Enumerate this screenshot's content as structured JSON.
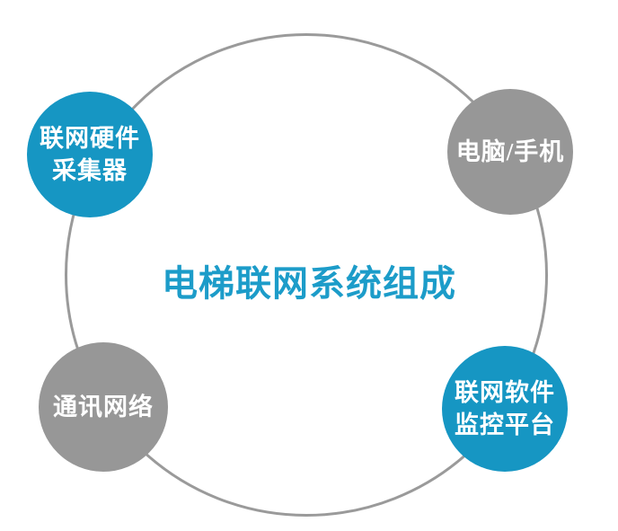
{
  "diagram": {
    "title": "电梯联网系统组成",
    "colors": {
      "accent": "#1696C3",
      "gray": "#979797",
      "ring": "#9A9A9A",
      "title": "#1C9CC9",
      "node_text": "#FFFFFF",
      "background": "#FFFFFF"
    },
    "nodes": [
      {
        "id": "hardware-collector",
        "position": "top-left",
        "color": "#1696C3",
        "lines": [
          "联网硬件",
          "采集器"
        ]
      },
      {
        "id": "computer-phone",
        "position": "top-right",
        "color": "#979797",
        "lines": [
          "电脑/手机"
        ]
      },
      {
        "id": "communication-network",
        "position": "bottom-left",
        "color": "#979797",
        "lines": [
          "通讯网络"
        ]
      },
      {
        "id": "software-monitoring-platform",
        "position": "bottom-right",
        "color": "#1696C3",
        "lines": [
          "联网软件",
          "监控平台"
        ]
      }
    ]
  }
}
